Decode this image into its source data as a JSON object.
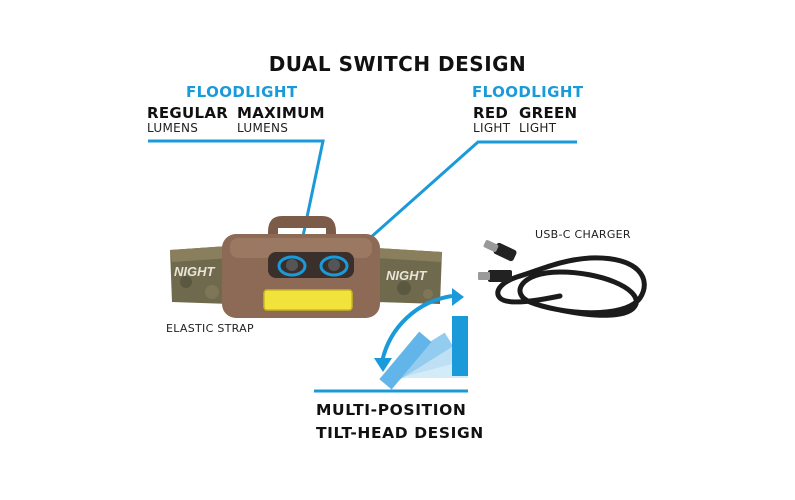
{
  "title": "DUAL SWITCH DESIGN",
  "left_group": {
    "heading": "FLOODLIGHT",
    "options": [
      {
        "main": "REGULAR",
        "sub": "LUMENS"
      },
      {
        "main": "MAXIMUM",
        "sub": "LUMENS"
      }
    ]
  },
  "right_group": {
    "heading": "FLOODLIGHT",
    "options": [
      {
        "main": "RED",
        "sub": "LIGHT"
      },
      {
        "main": "GREEN",
        "sub": "LIGHT"
      }
    ]
  },
  "labels": {
    "charger": "USB-C CHARGER",
    "strap": "ELASTIC STRAP",
    "tilt_line1": "MULTI-POSITION",
    "tilt_line2": "TILT-HEAD DESIGN",
    "strap_brand": "NIGHT"
  },
  "colors": {
    "accent": "#1a9ad9",
    "headlamp_body": "#8c6a55",
    "cob_led": "#f2e23c"
  }
}
